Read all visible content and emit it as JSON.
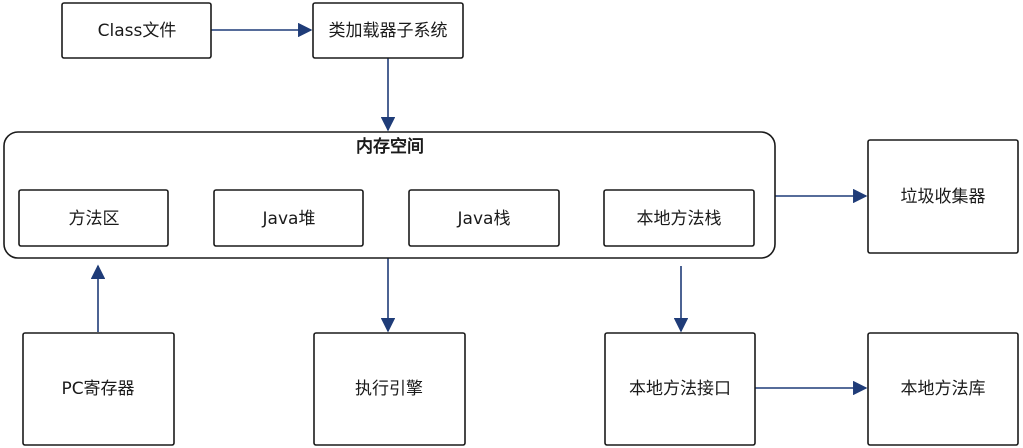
{
  "nodes": {
    "class_file": "Class文件",
    "class_loader": "类加载器子系统",
    "memory_title": "内存空间",
    "method_area": "方法区",
    "java_heap": "Java堆",
    "java_stack": "Java栈",
    "native_method_stack": "本地方法栈",
    "garbage_collector": "垃圾收集器",
    "pc_register": "PC寄存器",
    "execution_engine": "执行引擎",
    "native_interface": "本地方法接口",
    "native_library": "本地方法库"
  },
  "colors": {
    "edge": "#1f3c78",
    "border": "#1a1a1a"
  }
}
